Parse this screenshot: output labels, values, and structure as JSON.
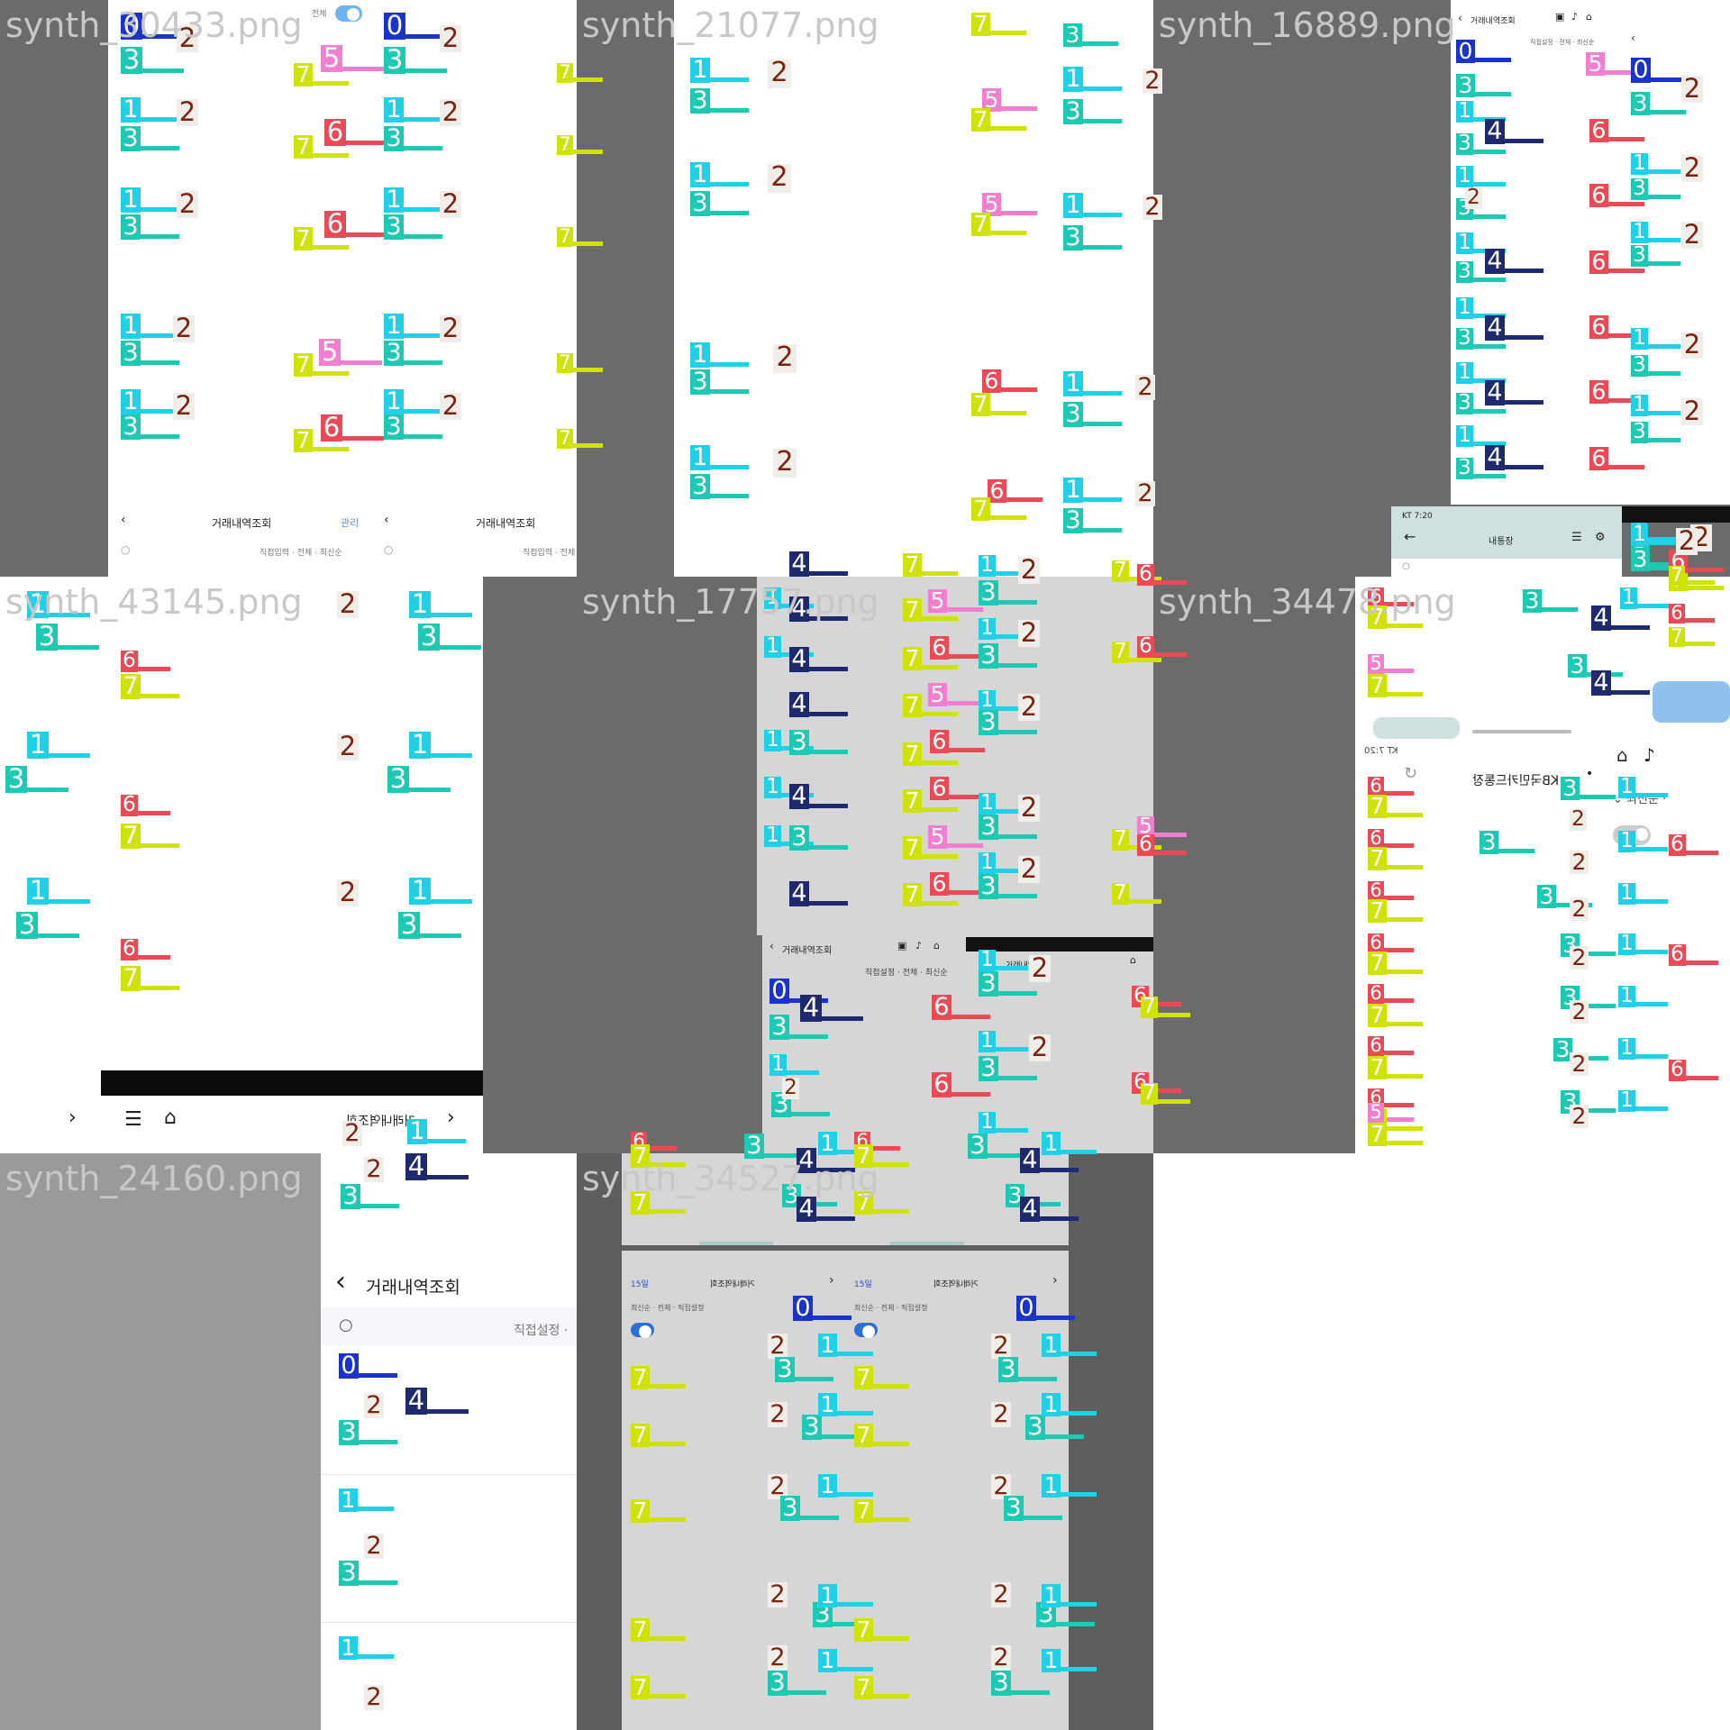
{
  "tiles": [
    {
      "name": "synth_30433.png"
    },
    {
      "name": "synth_21077.png"
    },
    {
      "name": "synth_16889.png"
    },
    {
      "name": "synth_43145.png"
    },
    {
      "name": "synth_17757.png"
    },
    {
      "name": "synth_34478.png"
    },
    {
      "name": "synth_24160.png"
    },
    {
      "name": "synth_34527.png"
    }
  ],
  "screen": {
    "title": "거래내역조회",
    "manage": "관리",
    "filter_short": "직접입력 · 전체 · 최신순",
    "filter_long": "직접설정 · 전체 · 최신순",
    "filter_24160": "직접설정 ·",
    "bank_title": "내통장",
    "carrier_time": "KT 7:20",
    "kb_title": "KB국민카드통장",
    "mirror_title": "거래내역조회",
    "toggle_label": "전체",
    "filter_mirror": "최신순 · 전체 · 직접설정",
    "date_mirror": "15일"
  },
  "legend": {
    "0": "#1a33cc",
    "1": "#22d0e6",
    "2": "#f1ede8",
    "3": "#1ec9b4",
    "4": "#1f2a6e",
    "5": "#f07fd0",
    "6": "#e84a56",
    "7": "#cfe30a"
  }
}
